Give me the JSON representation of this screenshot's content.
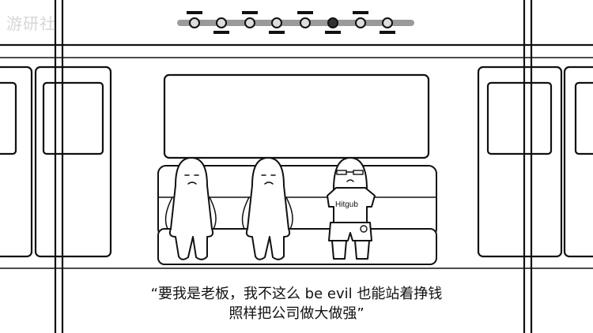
{
  "watermark": {
    "text": "游研社"
  },
  "route_map": {
    "stations": 8,
    "current_station_index": 5,
    "line_color": "#9a9a9a"
  },
  "character": {
    "shirt_text": "Hitgub"
  },
  "subtitle": {
    "line1": "“要我是老板，我不这么 be evil 也能站着挣钱",
    "line2": "照样把公司做大做强”"
  }
}
